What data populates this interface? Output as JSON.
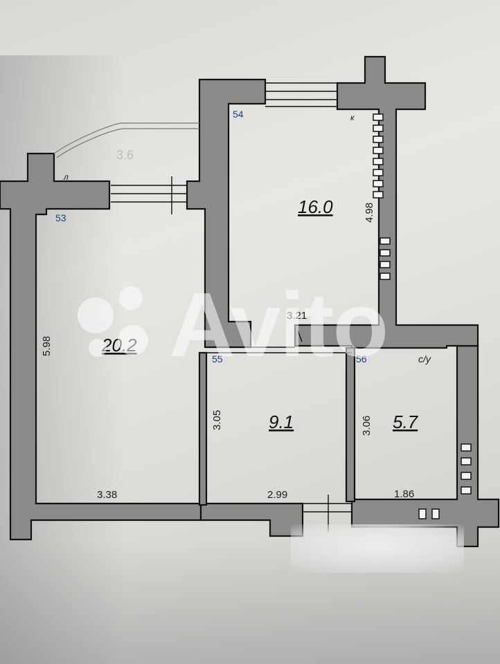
{
  "plan": {
    "balcony_area": "3.6",
    "balcony_mark": "л",
    "kitchen_mark": "к",
    "bathroom_mark": "с/у",
    "rooms": [
      {
        "number": "53",
        "area": "20.2",
        "dim_width": "3.38",
        "dim_length": "5.98"
      },
      {
        "number": "54",
        "area": "16.0",
        "dim_width": "3.21",
        "dim_length": "4.98"
      },
      {
        "number": "55",
        "area": "9.1",
        "dim_width": "2.99",
        "dim_length": "3.05"
      },
      {
        "number": "56",
        "area": "5.7",
        "dim_width": "1.86",
        "dim_length": "3.06"
      }
    ]
  },
  "watermark": {
    "text": "Avito"
  },
  "colors": {
    "wall_fill": "#8b8b89",
    "wall_stroke": "#111111",
    "room_number": "#1f3d8a"
  }
}
